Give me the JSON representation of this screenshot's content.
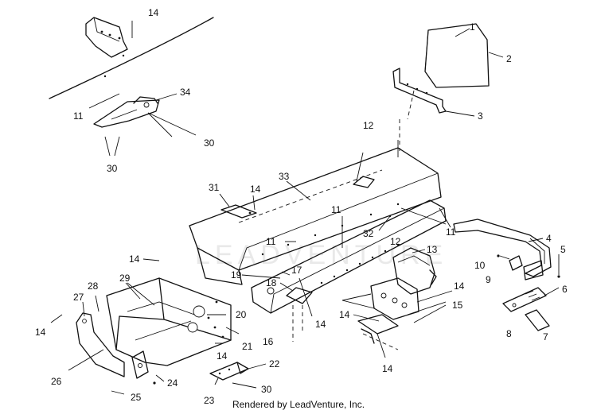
{
  "watermark": "LEADVENTURE",
  "credit": "Rendered by LeadVenture, Inc.",
  "callouts": [
    {
      "id": "c14a",
      "label": "14"
    },
    {
      "id": "c1",
      "label": "1"
    },
    {
      "id": "c2",
      "label": "2"
    },
    {
      "id": "c3",
      "label": "3"
    },
    {
      "id": "c34",
      "label": "34"
    },
    {
      "id": "c11a",
      "label": "11"
    },
    {
      "id": "c30a",
      "label": "30"
    },
    {
      "id": "c30b",
      "label": "30"
    },
    {
      "id": "c12a",
      "label": "12"
    },
    {
      "id": "c33",
      "label": "33"
    },
    {
      "id": "c31",
      "label": "31"
    },
    {
      "id": "c14b",
      "label": "14"
    },
    {
      "id": "c11b",
      "label": "11"
    },
    {
      "id": "c11c",
      "label": "11"
    },
    {
      "id": "c32",
      "label": "32"
    },
    {
      "id": "c12b",
      "label": "12"
    },
    {
      "id": "c11d",
      "label": "11"
    },
    {
      "id": "c4",
      "label": "4"
    },
    {
      "id": "c5",
      "label": "5"
    },
    {
      "id": "c13",
      "label": "13"
    },
    {
      "id": "c10",
      "label": "10"
    },
    {
      "id": "c9",
      "label": "9"
    },
    {
      "id": "c14c",
      "label": "14"
    },
    {
      "id": "c19",
      "label": "19"
    },
    {
      "id": "c17",
      "label": "17"
    },
    {
      "id": "c18",
      "label": "18"
    },
    {
      "id": "c14d",
      "label": "14"
    },
    {
      "id": "c15",
      "label": "15"
    },
    {
      "id": "c6",
      "label": "6"
    },
    {
      "id": "c29",
      "label": "29"
    },
    {
      "id": "c28",
      "label": "28"
    },
    {
      "id": "c27",
      "label": "27"
    },
    {
      "id": "c14e",
      "label": "14"
    },
    {
      "id": "c20",
      "label": "20"
    },
    {
      "id": "c14f",
      "label": "14"
    },
    {
      "id": "c16",
      "label": "16"
    },
    {
      "id": "c21",
      "label": "21"
    },
    {
      "id": "c14g",
      "label": "14"
    },
    {
      "id": "c8",
      "label": "8"
    },
    {
      "id": "c7",
      "label": "7"
    },
    {
      "id": "c14h",
      "label": "14"
    },
    {
      "id": "c22",
      "label": "22"
    },
    {
      "id": "c26",
      "label": "26"
    },
    {
      "id": "c24",
      "label": "24"
    },
    {
      "id": "c25",
      "label": "25"
    },
    {
      "id": "c30c",
      "label": "30"
    },
    {
      "id": "c23",
      "label": "23"
    },
    {
      "id": "c14i",
      "label": "14"
    }
  ]
}
